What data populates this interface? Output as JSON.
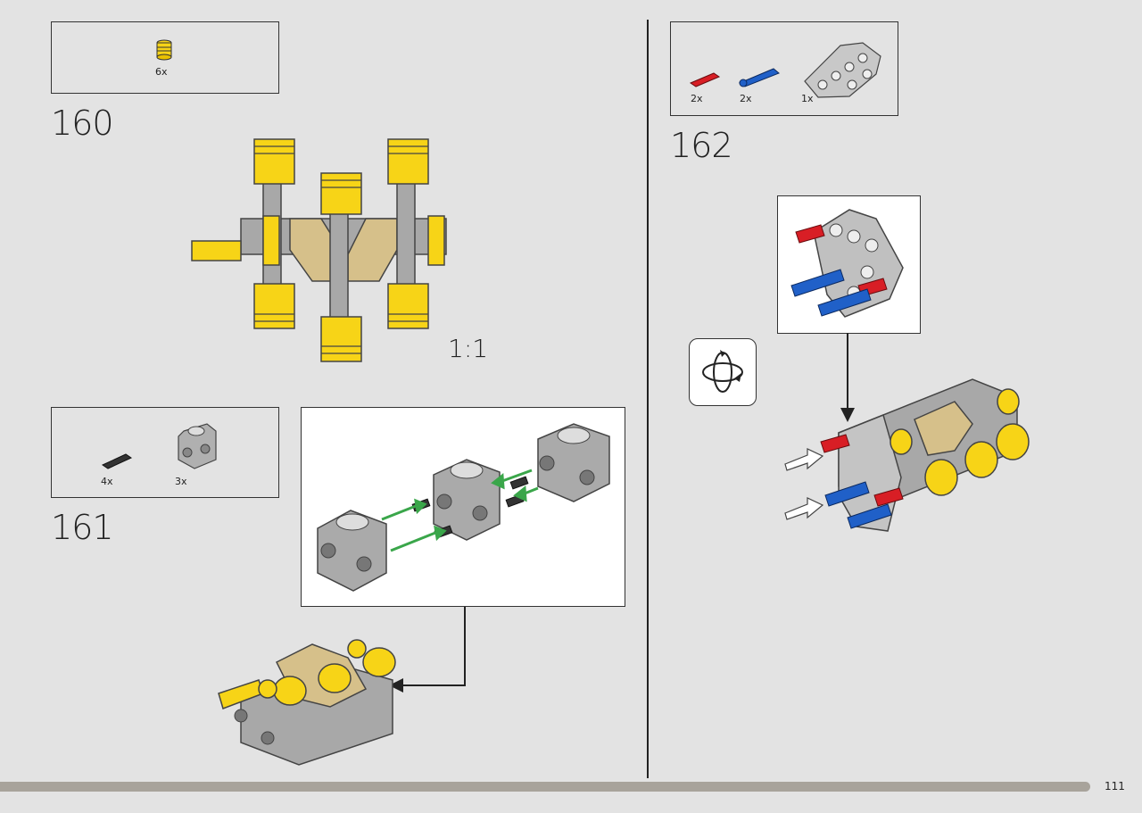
{
  "page": {
    "number": "111"
  },
  "steps": [
    {
      "number": "160",
      "parts": [
        {
          "qty": "6x",
          "icon": "yellow-piston-icon"
        }
      ],
      "scale_label": "1:1"
    },
    {
      "number": "161",
      "parts": [
        {
          "qty": "4x",
          "icon": "black-axle-pin-icon"
        },
        {
          "qty": "3x",
          "icon": "grey-engine-block-icon"
        }
      ]
    },
    {
      "number": "162",
      "parts": [
        {
          "qty": "2x",
          "icon": "red-axle-pin-icon"
        },
        {
          "qty": "2x",
          "icon": "blue-pin-icon"
        },
        {
          "qty": "1x",
          "icon": "grey-liftarm-icon"
        }
      ]
    }
  ],
  "colors": {
    "background": "#e3e3e3",
    "yellow": "#f7d417",
    "grey": "#a0a0a0",
    "tan": "#d6c08a",
    "red": "#d81e25",
    "blue": "#2060c8",
    "green": "#3aa64a"
  }
}
